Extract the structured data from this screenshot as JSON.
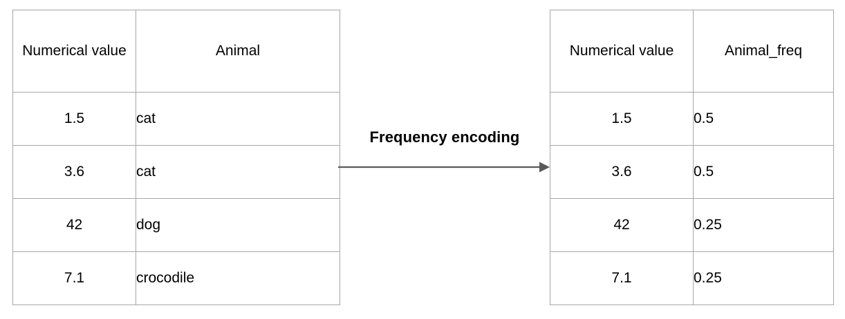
{
  "diagram": {
    "title": "Frequency encoding",
    "transform": {
      "label": "Frequency encoding",
      "arrow_icon": "arrow-right-icon",
      "arrow_color": "#595959"
    },
    "border_color": "#a6a6a6",
    "text_color": "#000000",
    "background_color": "#ffffff"
  },
  "source_table": {
    "name": "original-table",
    "headers": [
      "Numerical value",
      "Animal"
    ],
    "rows": [
      {
        "numerical_value": "1.5",
        "animal": "cat"
      },
      {
        "numerical_value": "3.6",
        "animal": "cat"
      },
      {
        "numerical_value": "42",
        "animal": "dog"
      },
      {
        "numerical_value": "7.1",
        "animal": "crocodile"
      }
    ]
  },
  "encoded_table": {
    "name": "encoded-table",
    "headers": [
      "Numerical value",
      "Animal_freq"
    ],
    "rows": [
      {
        "numerical_value": "1.5",
        "animal_freq": "0.5"
      },
      {
        "numerical_value": "3.6",
        "animal_freq": "0.5"
      },
      {
        "numerical_value": "42",
        "animal_freq": "0.25"
      },
      {
        "numerical_value": "7.1",
        "animal_freq": "0.25"
      }
    ]
  }
}
